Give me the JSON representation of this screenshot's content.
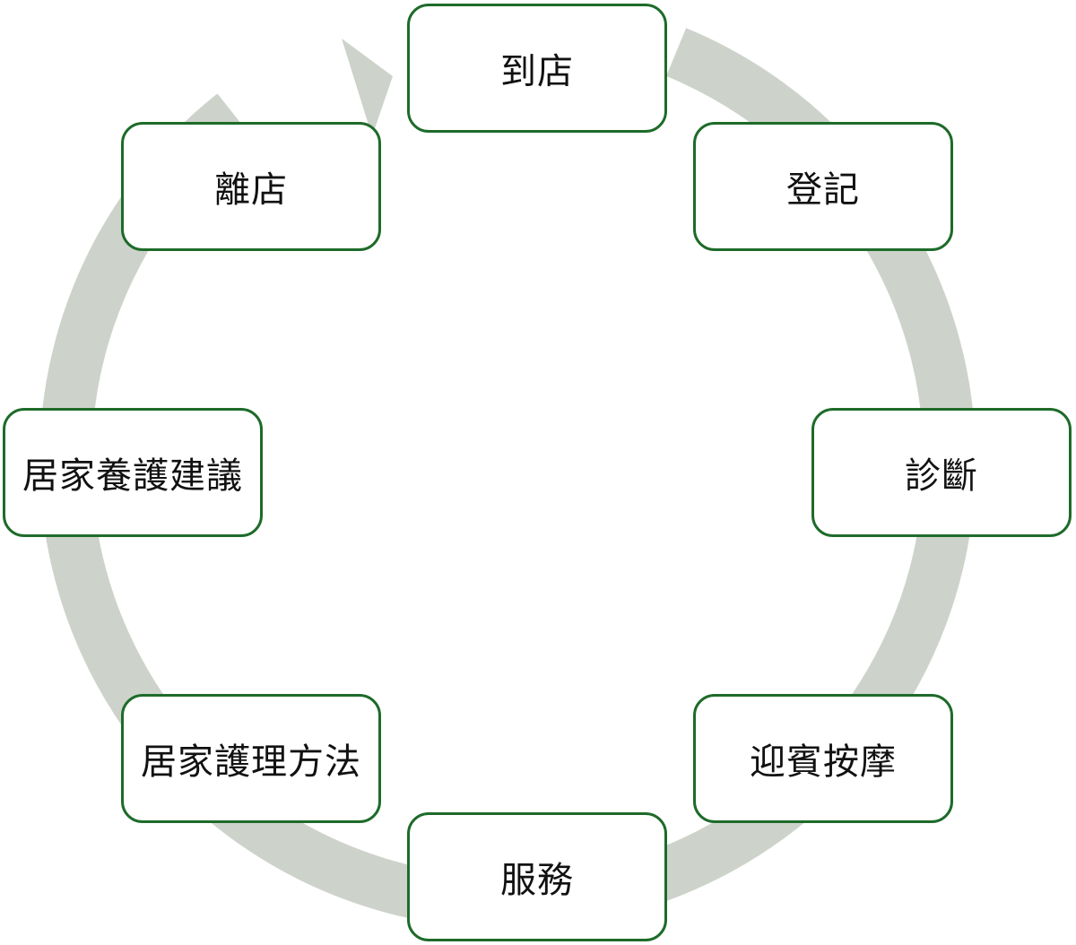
{
  "colors": {
    "cycle_arrow": "#cdd3cb",
    "node_border": "#1e6b2a",
    "node_fill": "#ffffff",
    "text": "#111111"
  },
  "diagram": {
    "type": "cycle",
    "direction": "clockwise",
    "steps": [
      {
        "label": "到店"
      },
      {
        "label": "登記"
      },
      {
        "label": "診斷"
      },
      {
        "label": "迎賓按摩"
      },
      {
        "label": "服務"
      },
      {
        "label": "居家護理方法"
      },
      {
        "label": "居家養護建議"
      },
      {
        "label": "離店"
      }
    ]
  }
}
